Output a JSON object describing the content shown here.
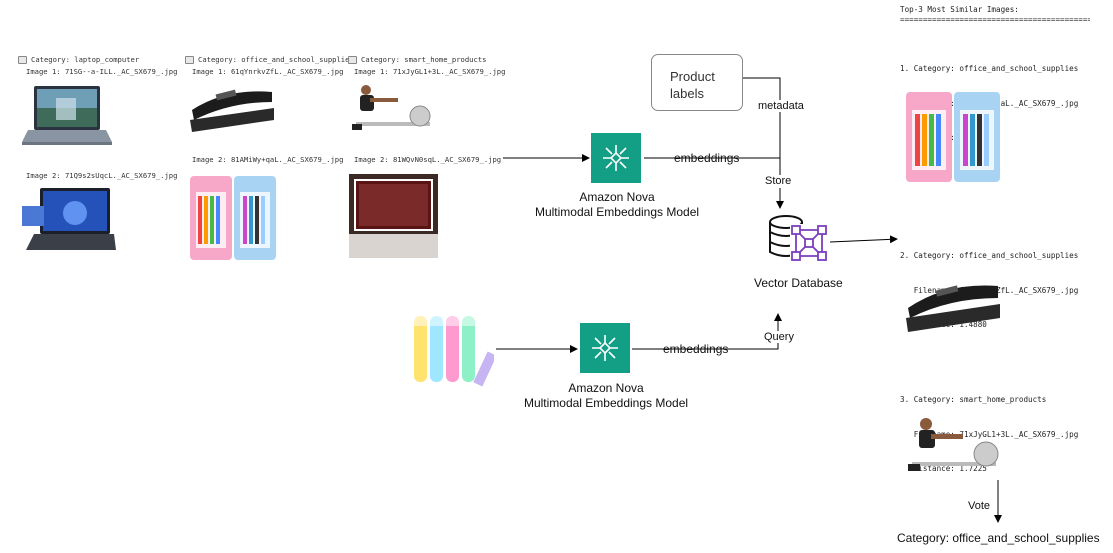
{
  "dataset": {
    "columns": [
      {
        "category": "Category: laptop_computer",
        "image1": "Image 1: 71SG--a-ILL._AC_SX679_.jpg",
        "image2": "Image 2: 71Q9s2sUqcL._AC_SX679_.jpg"
      },
      {
        "category": "Category: office_and_school_supplies",
        "image1": "Image 1: 61qYnrkvZfL._AC_SX679_.jpg",
        "image2": "Image 2: 81AMiWy+qaL._AC_SX679_.jpg"
      },
      {
        "category": "Category: smart_home_products",
        "image1": "Image 1: 71xJyGL1+3L._AC_SX679_.jpg",
        "image2": "Image 2: 81WQvN0sqL._AC_SX679_.jpg"
      }
    ]
  },
  "product_labels": [
    "Product",
    "labels"
  ],
  "edges": {
    "metadata": "metadata",
    "embeddings_top": "embeddings",
    "embeddings_bottom": "embeddings",
    "store": "Store",
    "query": "Query",
    "vote": "Vote"
  },
  "model_top": [
    "Amazon Nova",
    "Multimodal Embeddings Model"
  ],
  "model_bottom": [
    "Amazon Nova",
    "Multimodal Embeddings Model"
  ],
  "vector_db": "Vector Database",
  "results": {
    "header": "Top-3 Most Similar Images:",
    "separator": "==========================================",
    "items": [
      {
        "line1": "1. Category: office_and_school_supplies",
        "line2": "   Filename: 81AMiWy+qaL._AC_SX679_.jpg",
        "line3": "   Distance: 0.9950"
      },
      {
        "line1": "2. Category: office_and_school_supplies",
        "line2": "   Filename: 61qYnrkvZfL._AC_SX679_.jpg",
        "line3": "   Distance: 1.4880"
      },
      {
        "line1": "3. Category: smart_home_products",
        "line2": "   Filename: 71xJyGL1+3L._AC_SX679_.jpg",
        "line3": "   Distance: 1.7225"
      }
    ]
  },
  "final_category": "Category: office_and_school_supplies",
  "colors": {
    "nova": "#139e86",
    "db_icon": "#7b3fbf",
    "arrow": "#000000"
  }
}
